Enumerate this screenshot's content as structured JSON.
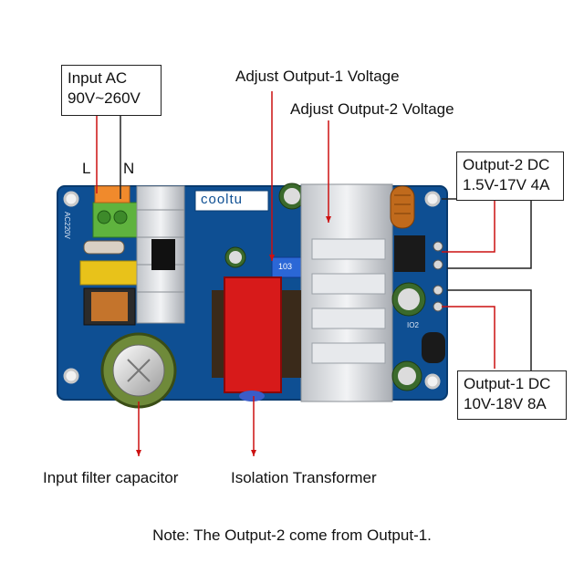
{
  "input_ac": {
    "line1": "Input AC",
    "line2": "90V~260V"
  },
  "terminals": {
    "live": "L",
    "neutral": "N"
  },
  "adjust_1": "Adjust Output-1 Voltage",
  "adjust_2": "Adjust Output-2 Voltage",
  "output_2": {
    "line1": "Output-2 DC",
    "line2": "1.5V-17V 4A"
  },
  "output_1": {
    "line1": "Output-1 DC",
    "line2": "10V-18V 8A"
  },
  "input_filter": "Input filter capacitor",
  "transformer": "Isolation Transformer",
  "board": {
    "brand": "cooltu",
    "pot_code": "103",
    "side_code": "AC220V",
    "ic_code": "IO2"
  },
  "note": "Note: The Output-2 come from Output-1.",
  "colors": {
    "pcb": "#0e4f93",
    "pointer": "#cc1111",
    "box_line": "#222222"
  }
}
